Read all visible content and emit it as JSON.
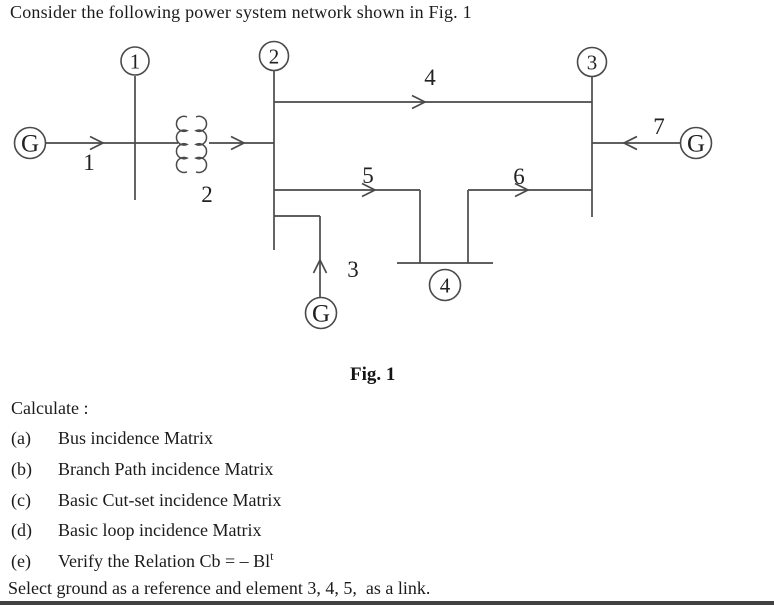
{
  "title": "Consider the following power system network shown in Fig. 1",
  "figure": {
    "caption": "Fig. 1",
    "generator_label": "G",
    "bus_labels": [
      "1",
      "2",
      "3",
      "4"
    ],
    "element_labels": [
      "1",
      "2",
      "3",
      "4",
      "5",
      "6",
      "7"
    ]
  },
  "question": {
    "heading": "Calculate :",
    "items": [
      {
        "marker": "(a)",
        "text": "Bus incidence Matrix"
      },
      {
        "marker": "(b)",
        "text": "Branch Path incidence Matrix"
      },
      {
        "marker": "(c)",
        "text": "Basic Cut-set incidence Matrix"
      },
      {
        "marker": "(d)",
        "text": "Basic loop incidence Matrix"
      },
      {
        "marker": "(e)",
        "text": "Verify the Relation Cb = – Bl",
        "superscript": "t"
      }
    ],
    "footer": "Select ground as a reference and element 3, 4, 5,  as a link."
  }
}
